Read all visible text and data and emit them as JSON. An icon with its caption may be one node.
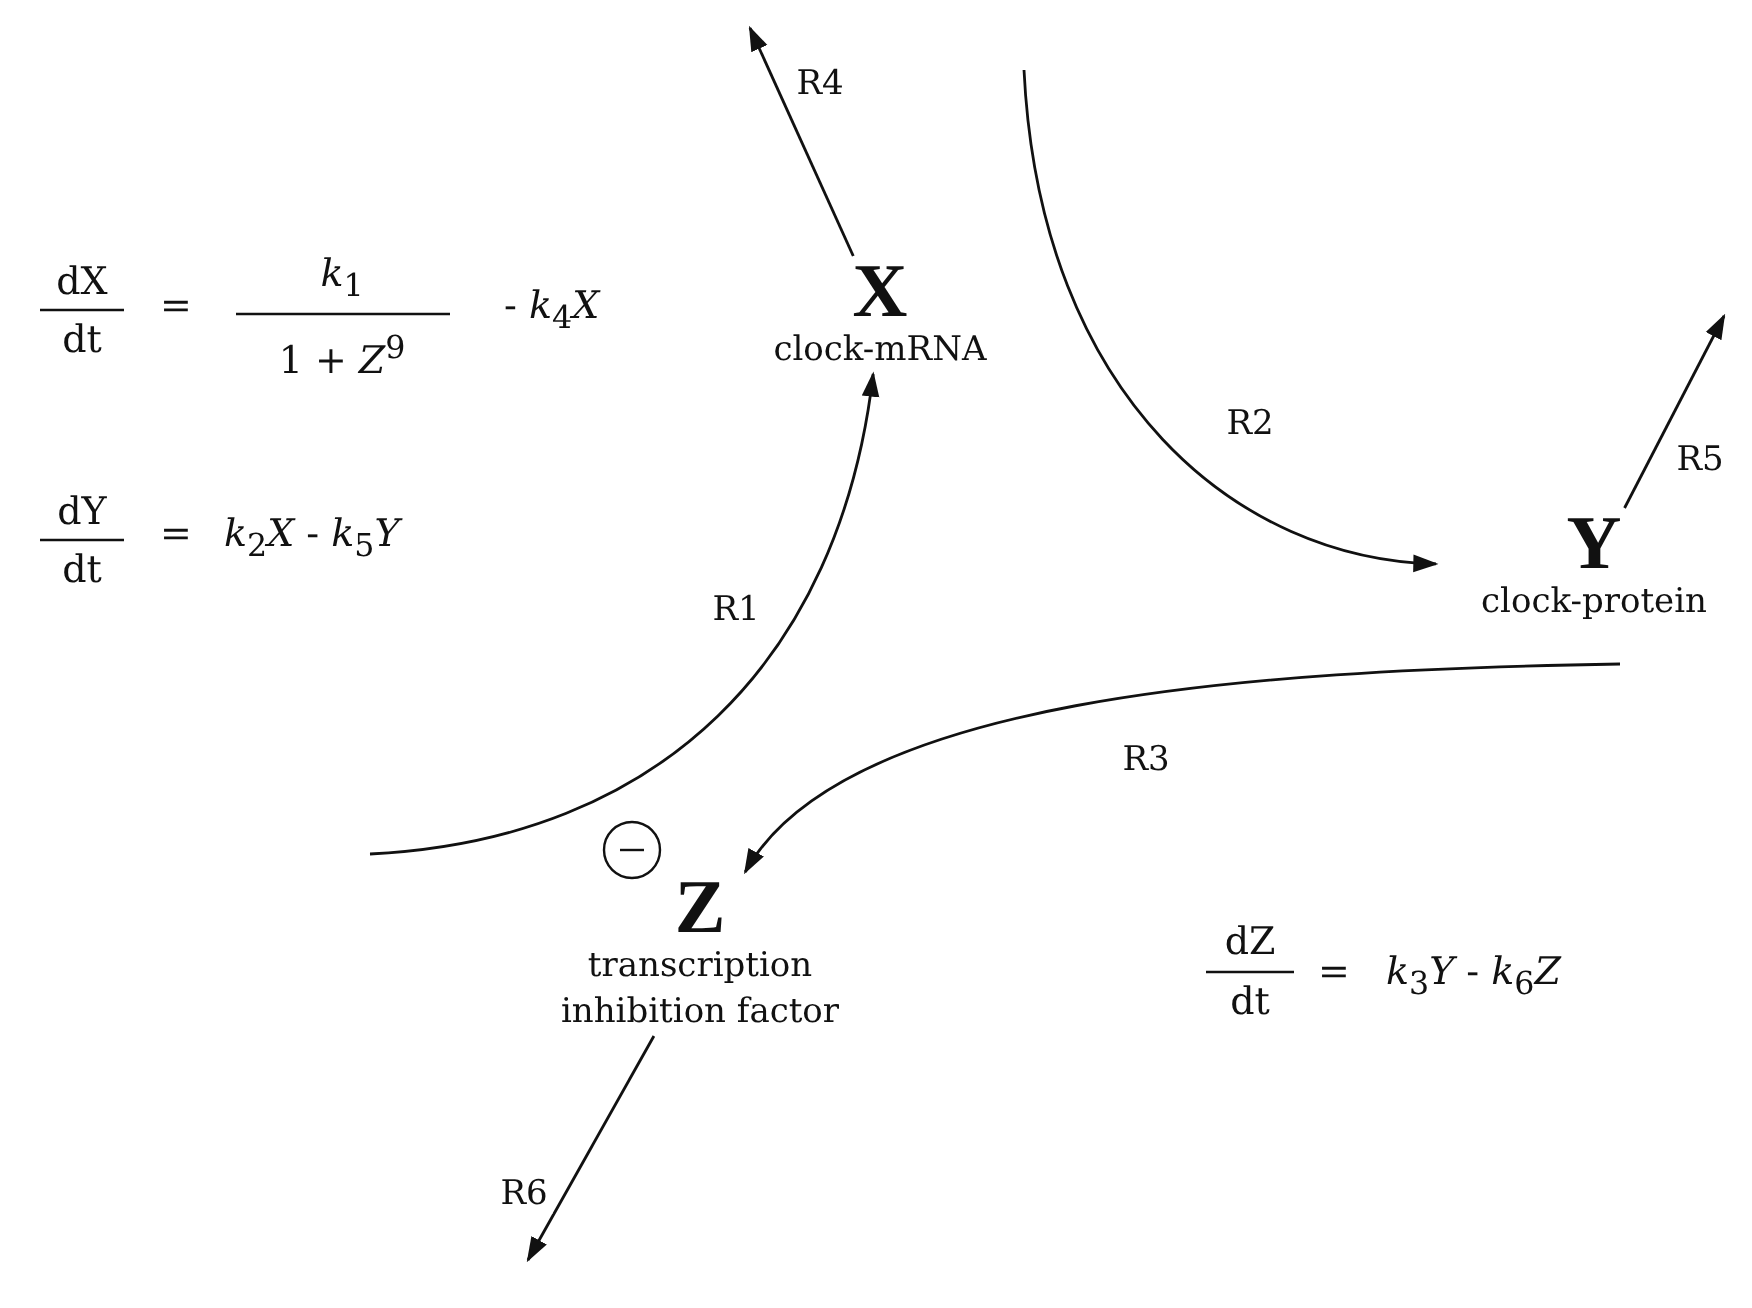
{
  "diagram": {
    "nodes": [
      {
        "text": [
          "X",
          "clock-mRNA"
        ]
      },
      {
        "text": [
          "Y",
          "clock-protein"
        ]
      },
      {
        "text": [
          "Z",
          "transcription inhibition factor"
        ]
      }
    ],
    "edges": [
      {
        "from": 0,
        "to": null,
        "arrow": "to",
        "label": "R4"
      },
      {
        "from": null,
        "to": 0,
        "arrow": "to",
        "label": "R1"
      },
      {
        "from": null,
        "to": 1,
        "arrow": "to",
        "label": "R2"
      },
      {
        "from": 1,
        "to": null,
        "arrow": "to",
        "label": "R5"
      },
      {
        "from": null,
        "to": 2,
        "arrow": "to",
        "label": "R3"
      },
      {
        "from": 2,
        "to": null,
        "arrow": "to",
        "label": "R6"
      }
    ],
    "labels": [
      "dX",
      "dt",
      "=",
      "*k*$_{1}$",
      "1 + *Z*$^{9}$",
      "- *k*$_{4}$*X*",
      "dY",
      "dt",
      "=",
      "*k*$_{2}$*X* - *k*$_{5}$*Y*",
      "dZ",
      "dt",
      "=",
      "*k*$_{3}$*Y* - *k*$_{6}$*Z*"
    ]
  }
}
